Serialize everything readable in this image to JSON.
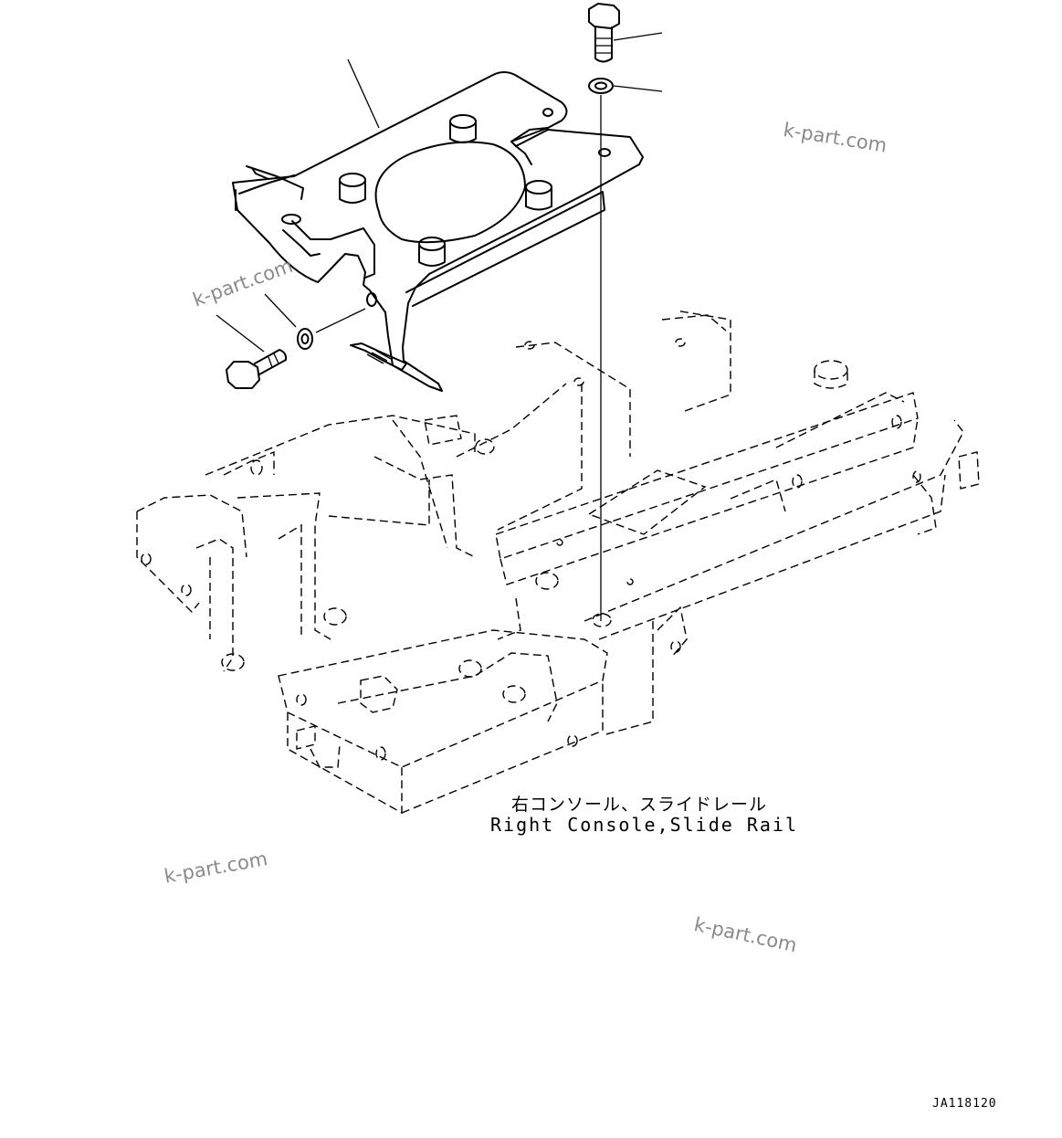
{
  "caption": {
    "jp": "右コンソール、スライドレール",
    "en": "Right Console,Slide Rail"
  },
  "drawing_code": "JA118120",
  "watermarks": [
    "k-part.com",
    "k-part.com",
    "k-part.com",
    "k-part.com"
  ],
  "colors": {
    "line": "#000000",
    "watermark": "#8a8a8a",
    "background": "#ffffff"
  }
}
